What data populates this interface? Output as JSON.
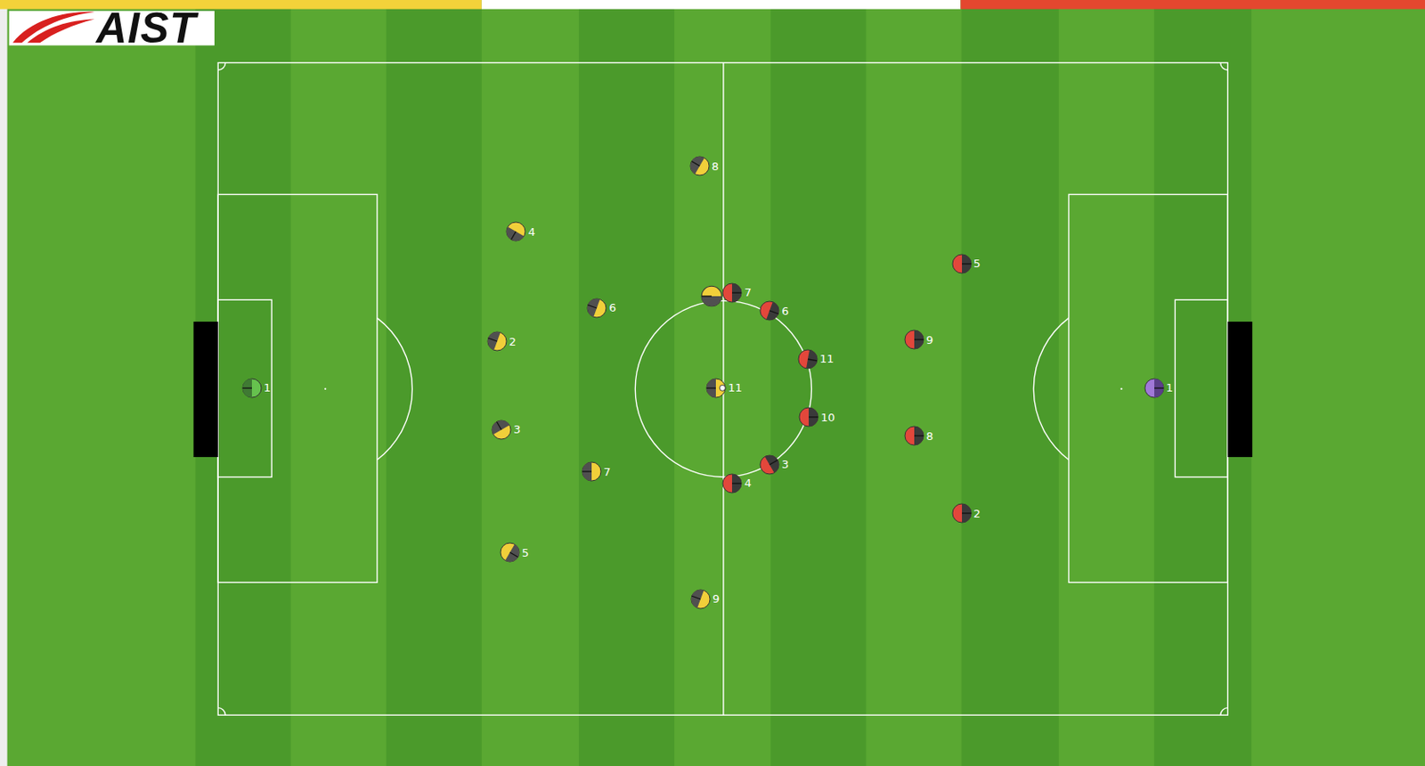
{
  "diagram": {
    "nodes": [
      {
        "text": [
          "1"
        ]
      },
      {
        "text": [
          "8"
        ]
      },
      {
        "text": [
          "4"
        ]
      },
      {
        "text": [
          "6"
        ]
      },
      {
        "text": [
          "2"
        ]
      },
      {
        "text": [
          "11"
        ]
      },
      {
        "text": [
          "3"
        ]
      },
      {
        "text": [
          "7"
        ]
      },
      {
        "text": [
          "5"
        ]
      },
      {
        "text": [
          "9"
        ]
      },
      {
        "text": [
          "7"
        ]
      },
      {
        "text": [
          "6"
        ]
      },
      {
        "text": [
          "11"
        ]
      },
      {
        "text": [
          "10"
        ]
      },
      {
        "text": [
          "3"
        ]
      },
      {
        "text": [
          "4"
        ]
      },
      {
        "text": [
          "9"
        ]
      },
      {
        "text": [
          "8"
        ]
      },
      {
        "text": [
          "5"
        ]
      },
      {
        "text": [
          "2"
        ]
      },
      {
        "text": [
          "1"
        ]
      }
    ],
    "labels": [
      "AIST"
    ]
  }
}
